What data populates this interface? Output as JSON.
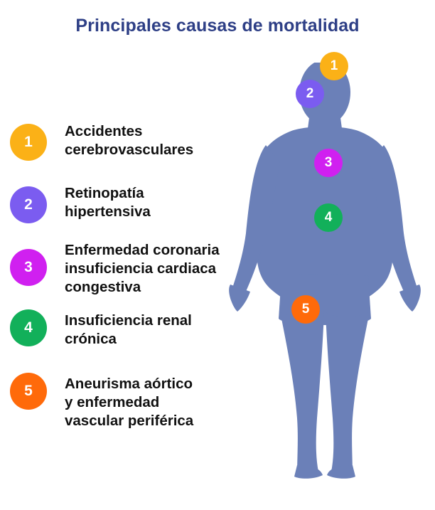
{
  "title": "Principales causas de mortalidad",
  "colors": {
    "title": "#2e3f86",
    "body_silhouette": "#6b80b8",
    "c1": "#fbb117",
    "c2": "#7b5cf0",
    "c3": "#d020f0",
    "c4": "#12b05a",
    "c5": "#ff6a0a"
  },
  "causes": [
    {
      "number": "1",
      "label": "Accidentes\ncerebrovasculares",
      "color": "#fbb117"
    },
    {
      "number": "2",
      "label": "Retinopatía\nhipertensiva",
      "color": "#7b5cf0"
    },
    {
      "number": "3",
      "label": "Enfermedad coronaria\ninsuficiencia cardiaca\ncongestiva",
      "color": "#d020f0"
    },
    {
      "number": "4",
      "label": "Insuficiencia renal\ncrónica",
      "color": "#12b05a"
    },
    {
      "number": "5",
      "label": "Aneurisma aórtico\ny enfermedad\nvascular periférica",
      "color": "#ff6a0a"
    }
  ],
  "markers": [
    {
      "number": "1",
      "icon": "brain-marker"
    },
    {
      "number": "2",
      "icon": "eye-marker"
    },
    {
      "number": "3",
      "icon": "heart-marker"
    },
    {
      "number": "4",
      "icon": "kidney-marker"
    },
    {
      "number": "5",
      "icon": "artery-marker"
    }
  ]
}
